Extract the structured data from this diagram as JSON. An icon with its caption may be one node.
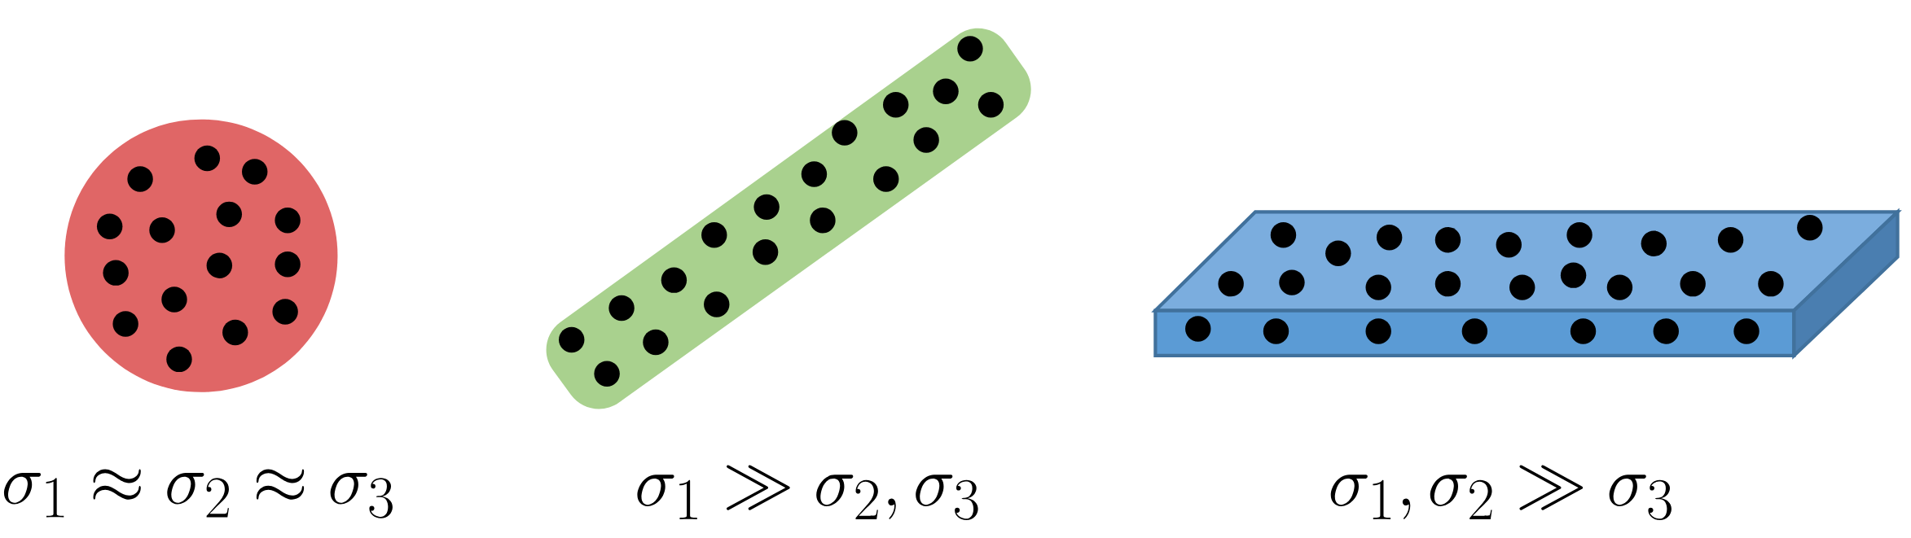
{
  "diagram": {
    "labels": [
      "\\sigma_1 \\approx \\sigma_2 \\approx \\sigma_3",
      "\\sigma_1 \\gg \\sigma_2, \\sigma_3",
      "\\sigma_1, \\sigma_2 \\gg \\sigma_3"
    ]
  }
}
